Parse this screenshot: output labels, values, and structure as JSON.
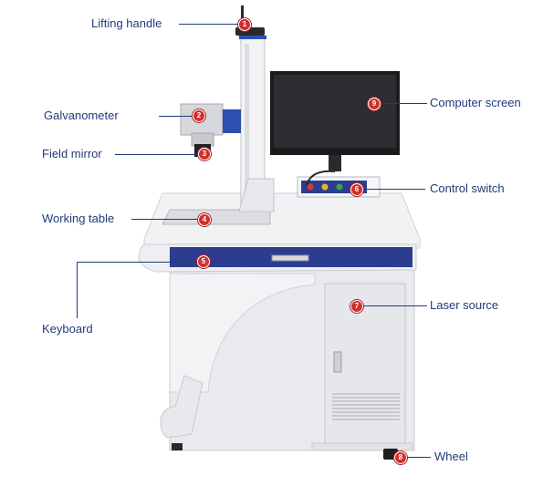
{
  "colors": {
    "label": "#1f3b78",
    "badge": "#d0312d",
    "machine": "#ececef",
    "panel_blue": "#2c3d8f"
  },
  "labels": [
    {
      "num": "1",
      "text": "Lifting handle"
    },
    {
      "num": "2",
      "text": "Galvanometer"
    },
    {
      "num": "3",
      "text": "Field mirror"
    },
    {
      "num": "4",
      "text": "Working table"
    },
    {
      "num": "5",
      "text": "Keyboard"
    },
    {
      "num": "6",
      "text": "Control switch"
    },
    {
      "num": "7",
      "text": "Laser source"
    },
    {
      "num": "8",
      "text": "Wheel"
    },
    {
      "num": "9",
      "text": "Computer screen"
    }
  ]
}
